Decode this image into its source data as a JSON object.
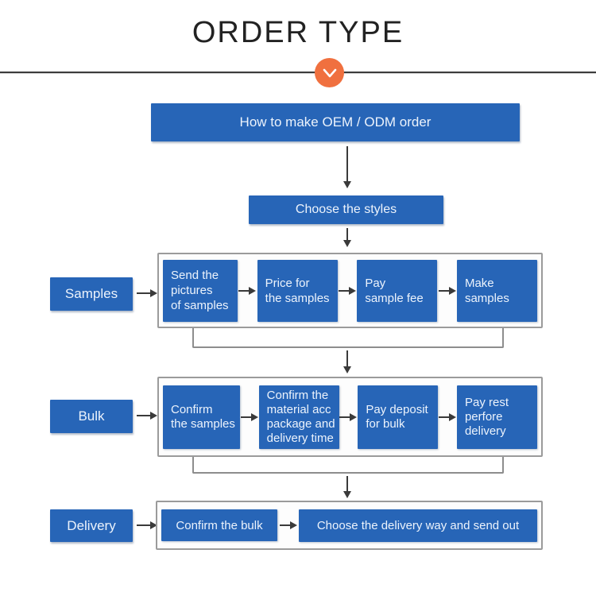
{
  "title": "ORDER TYPE",
  "divider": {
    "icon": "chevron-down"
  },
  "flow": {
    "start": "How to make OEM / ODM order",
    "choose": "Choose the styles",
    "rows": [
      {
        "label": "Samples",
        "steps": [
          "Send the\npictures\nof samples",
          "Price for\nthe samples",
          "Pay\nsample fee",
          "Make\nsamples"
        ]
      },
      {
        "label": "Bulk",
        "steps": [
          "Confirm\nthe samples",
          "Confirm the\nmaterial acc\npackage and\ndelivery time",
          "Pay deposit\nfor bulk",
          "Pay rest\nperfore\ndelivery"
        ]
      },
      {
        "label": "Delivery",
        "steps": [
          "Confirm the bulk",
          "Choose the delivery way and send out"
        ]
      }
    ]
  },
  "colors": {
    "box_blue": "#2765b7",
    "accent_orange": "#f0703f",
    "group_border": "#9b9b9b",
    "connector_gray": "#8d8d8d",
    "arrow_dark": "#3a3a3a",
    "title_text": "#222222"
  }
}
